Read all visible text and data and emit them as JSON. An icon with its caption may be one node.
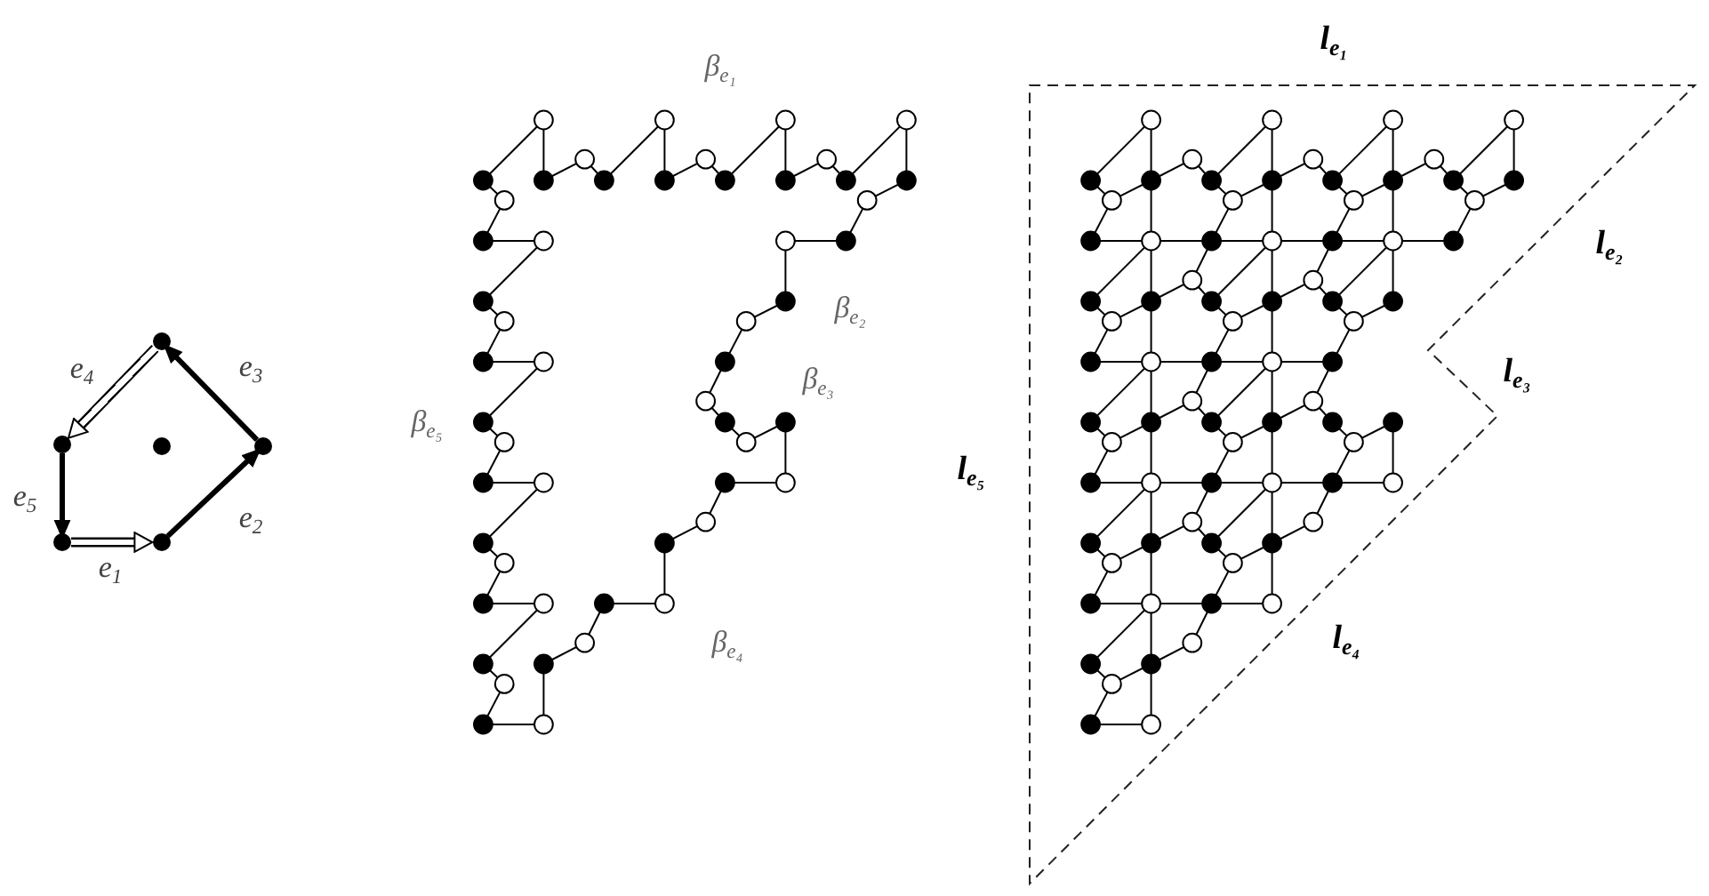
{
  "diagram": {
    "nodes": [
      {
        "text": [],
        "shape": "circle"
      },
      {
        "text": [],
        "shape": "circle"
      },
      {
        "text": [],
        "shape": "circle"
      },
      {
        "text": [],
        "shape": "circle"
      },
      {
        "text": [],
        "shape": "circle"
      },
      {
        "text": [],
        "shape": "circle"
      }
    ],
    "edges": [
      {
        "from": 4,
        "to": 5,
        "arrow": "to",
        "label": "e$_{1}$",
        "style": "thick"
      },
      {
        "from": 5,
        "to": 3,
        "arrow": "to",
        "label": "e$_{2}$"
      },
      {
        "from": 3,
        "to": 0,
        "arrow": "to",
        "label": "e$_{3}$"
      },
      {
        "from": 0,
        "to": 1,
        "arrow": "to",
        "label": "e$_{4}$",
        "style": "thick"
      },
      {
        "from": 1,
        "to": 4,
        "arrow": "to",
        "label": "e$_{5}$"
      }
    ],
    "labels": [
      "β$_{e₁}$",
      "β$_{e₂}$",
      "β$_{e₃}$",
      "β$_{e₅}$",
      "β$_{e₄}$",
      "l$_{e₁}$",
      "l$_{e₂}$",
      "l$_{e₃}$",
      "l$_{e₅}$",
      "l$_{e₄}$"
    ]
  }
}
